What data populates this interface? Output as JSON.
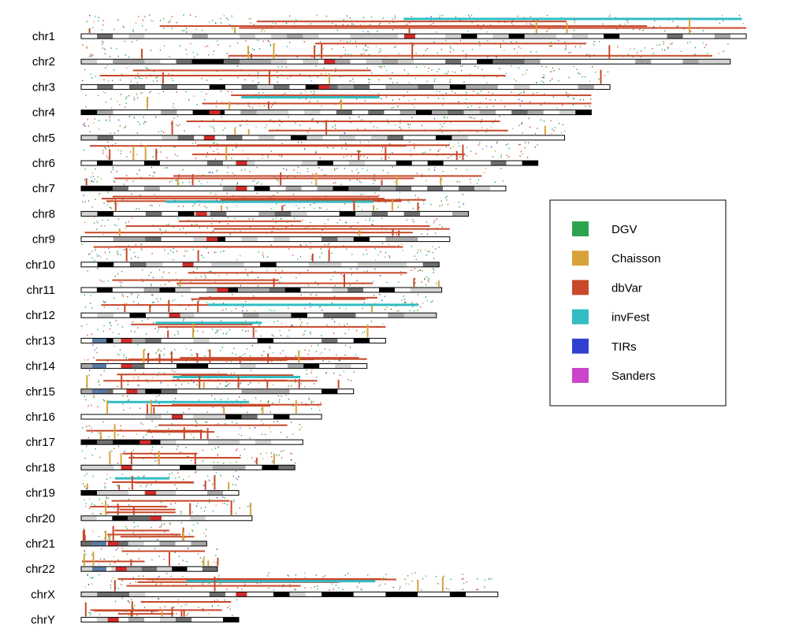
{
  "chart_data": {
    "type": "ideogram",
    "title": "",
    "xlabel": "",
    "ylabel": "",
    "units": "Mb",
    "chromosomes": [
      {
        "name": "chr1",
        "length": 249,
        "centromere": 123
      },
      {
        "name": "chr2",
        "length": 243,
        "centromere": 93
      },
      {
        "name": "chr3",
        "length": 198,
        "centromere": 91
      },
      {
        "name": "chr4",
        "length": 191,
        "centromere": 50
      },
      {
        "name": "chr5",
        "length": 181,
        "centromere": 48
      },
      {
        "name": "chr6",
        "length": 171,
        "centromere": 60
      },
      {
        "name": "chr7",
        "length": 159,
        "centromere": 60
      },
      {
        "name": "chr8",
        "length": 145,
        "centromere": 45
      },
      {
        "name": "chr9",
        "length": 138,
        "centromere": 49
      },
      {
        "name": "chr10",
        "length": 134,
        "centromere": 40
      },
      {
        "name": "chr11",
        "length": 135,
        "centromere": 53
      },
      {
        "name": "chr12",
        "length": 133,
        "centromere": 35
      },
      {
        "name": "chr13",
        "length": 114,
        "centromere": 17
      },
      {
        "name": "chr14",
        "length": 107,
        "centromere": 17
      },
      {
        "name": "chr15",
        "length": 102,
        "centromere": 19
      },
      {
        "name": "chr16",
        "length": 90,
        "centromere": 36
      },
      {
        "name": "chr17",
        "length": 83,
        "centromere": 24
      },
      {
        "name": "chr18",
        "length": 80,
        "centromere": 17
      },
      {
        "name": "chr19",
        "length": 59,
        "centromere": 26
      },
      {
        "name": "chr20",
        "length": 64,
        "centromere": 28
      },
      {
        "name": "chr21",
        "length": 47,
        "centromere": 12
      },
      {
        "name": "chr22",
        "length": 51,
        "centromere": 15
      },
      {
        "name": "chrX",
        "length": 156,
        "centromere": 60
      },
      {
        "name": "chrY",
        "length": 59,
        "centromere": 12
      }
    ],
    "legend": {
      "placement": "right",
      "items": [
        {
          "name": "DGV",
          "color": "#2ca44f"
        },
        {
          "name": "Chaisson",
          "color": "#d8a23a"
        },
        {
          "name": "dbVar",
          "color": "#c8482a"
        },
        {
          "name": "invFest",
          "color": "#33bcc3"
        },
        {
          "name": "TIRs",
          "color": "#3040d0"
        },
        {
          "name": "Sanders",
          "color": "#cc44cc"
        }
      ]
    },
    "band_colors": [
      "#ffffff",
      "#d3d3d3",
      "#a9a9a9",
      "#6e6e6e",
      "#000000"
    ],
    "centromere_color": "#d02a2a",
    "stalk_color": "#5a7aa6"
  }
}
